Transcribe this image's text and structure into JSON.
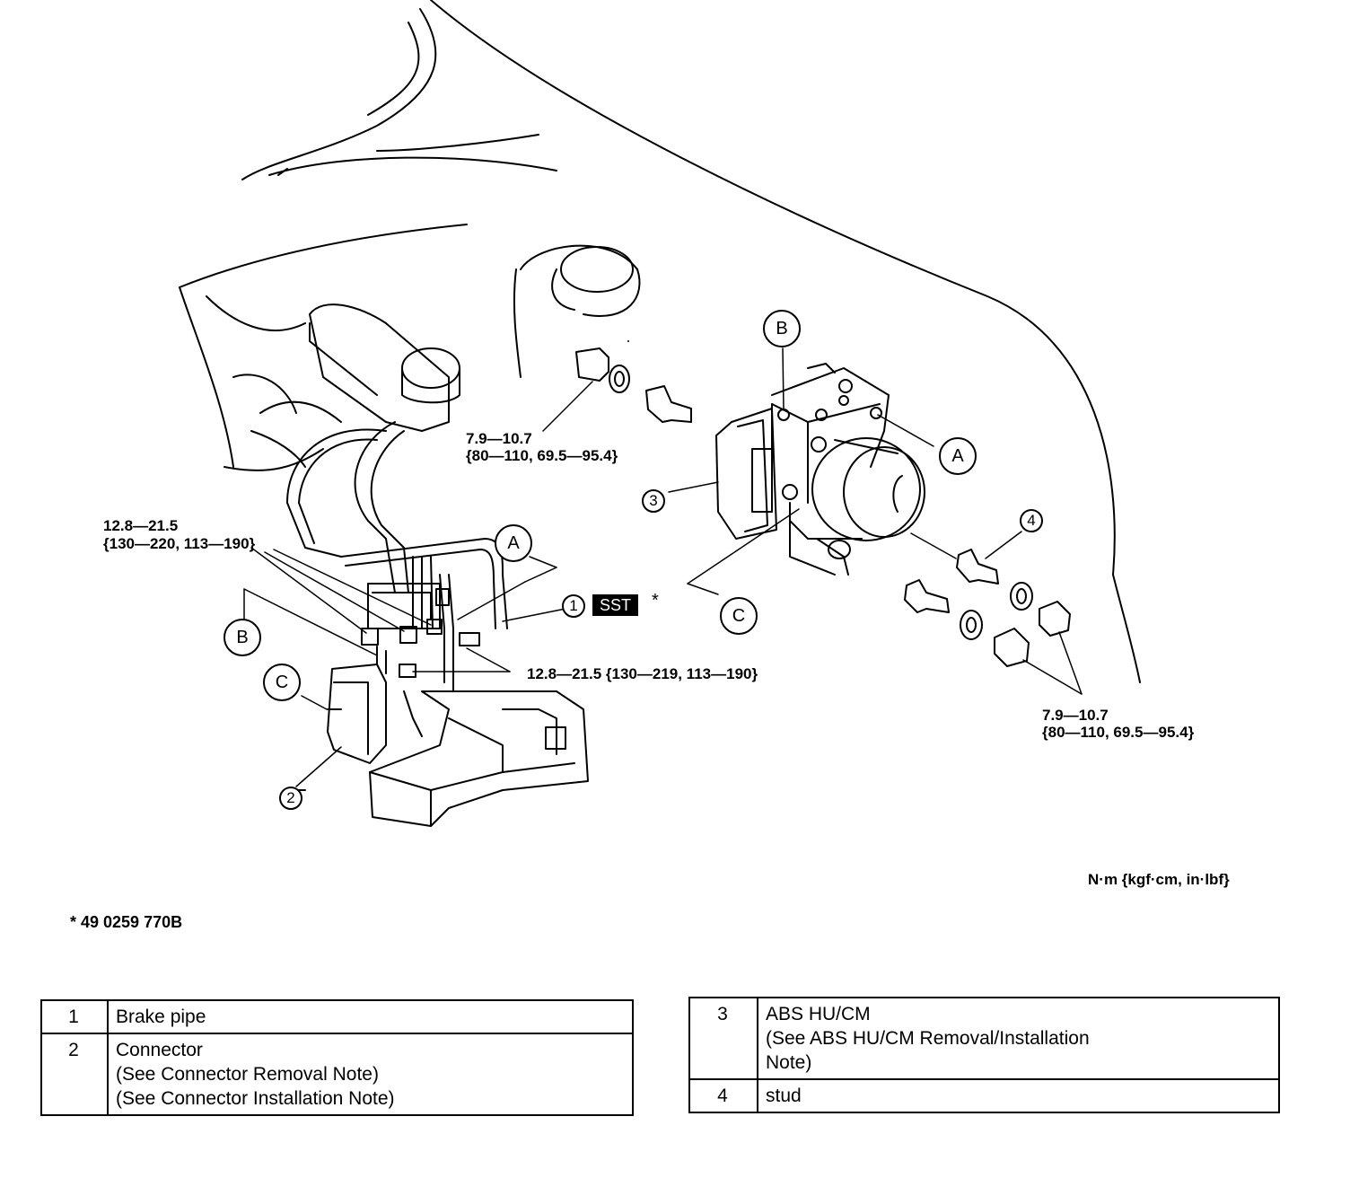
{
  "torque_labels": {
    "top_middle": [
      "7.9—10.7",
      "{80—110, 69.5—95.4}"
    ],
    "left": [
      "12.8—21.5",
      "{130—220, 113—190}"
    ],
    "center_bottom": "12.8—21.5 {130—219, 113—190}",
    "right_bottom": [
      "7.9—10.7",
      "{80—110, 69.5—95.4}"
    ]
  },
  "callouts": {
    "A": "A",
    "B": "B",
    "C": "C"
  },
  "part_numbers": [
    "1",
    "2",
    "3",
    "4"
  ],
  "sst": {
    "label": "SST",
    "marker": "*"
  },
  "units": "N·m {kgf·cm, in·lbf}",
  "tool_note": "* 49 0259 770B",
  "legend_left": [
    {
      "num": "1",
      "text": "Brake pipe"
    },
    {
      "num": "2",
      "text": "Connector\n(See Connector Removal Note)\n(See Connector Installation Note)"
    }
  ],
  "legend_right": [
    {
      "num": "3",
      "text": "ABS HU/CM\n(See ABS HU/CM Removal/Installation\nNote)"
    },
    {
      "num": "4",
      "text": "stud"
    }
  ]
}
